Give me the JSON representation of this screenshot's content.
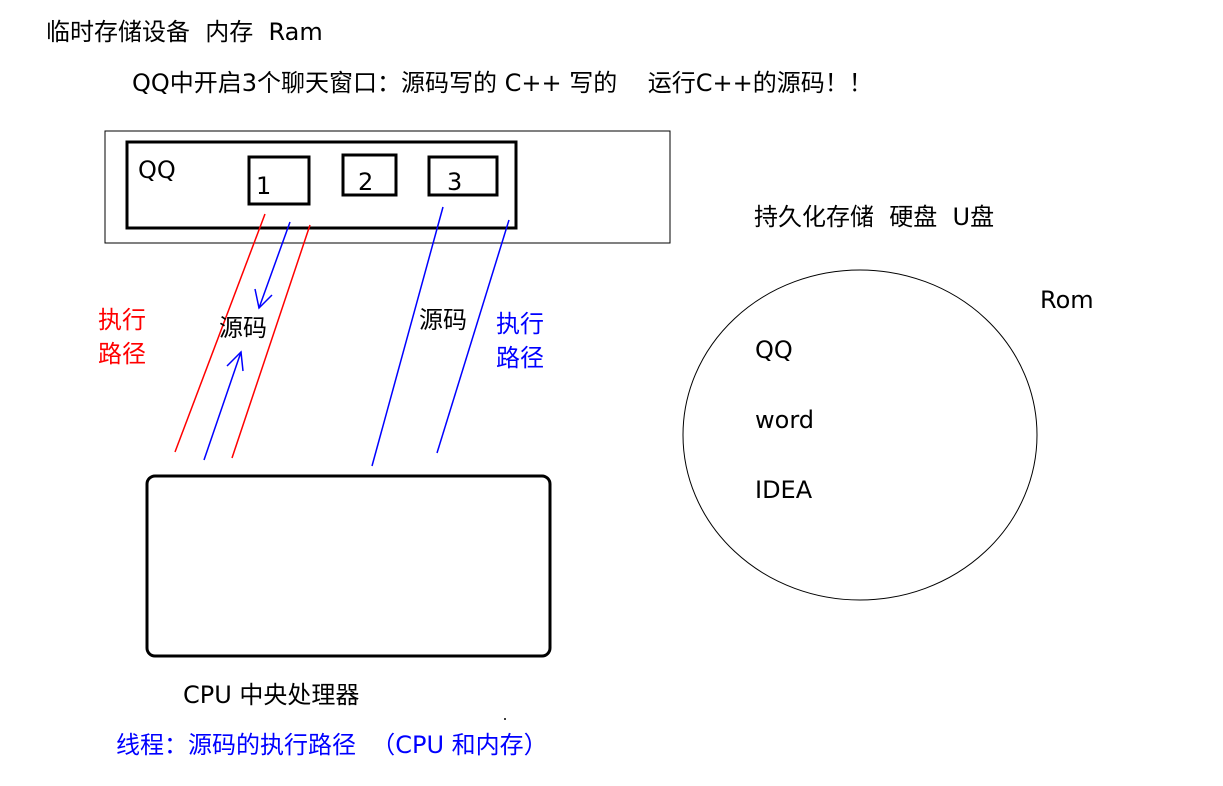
{
  "header": {
    "temp_storage": "临时存储设备  内存  Ram",
    "qq_note": "QQ中开启3个聊天窗口：源码写的 C++ 写的    运行C++的源码！！"
  },
  "qq_window": {
    "label": "QQ",
    "chats": [
      "1",
      "2",
      "3"
    ]
  },
  "left_path": {
    "exec_line1": "执行",
    "exec_line2": "路径",
    "source": "源码",
    "color": "#ff0000"
  },
  "right_path": {
    "source": "源码",
    "exec_line1": "执行",
    "exec_line2": "路径",
    "color": "#0000ff"
  },
  "cpu": {
    "label": "CPU 中央处理器"
  },
  "thread_note": {
    "text": "线程：源码的执行路径  （CPU 和内存）",
    "color": "#0000ff"
  },
  "persistent": {
    "title": "持久化存储  硬盘  U盘",
    "rom_label": "Rom",
    "items": [
      "QQ",
      "word",
      "IDEA"
    ]
  }
}
